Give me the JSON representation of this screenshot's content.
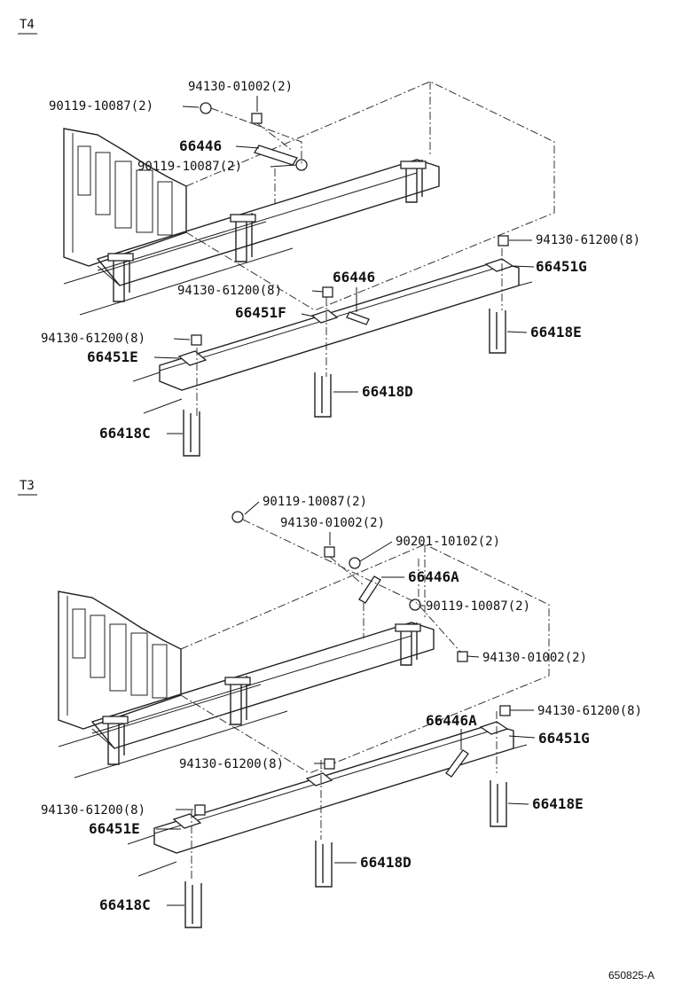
{
  "sections": [
    {
      "id": "T4",
      "label": "T4",
      "parts": {
        "bolt_a": "90119-10087(2)",
        "nut_a": "94130-01002(2)",
        "brace": "66446",
        "bolt_b": "90119-10087(2)",
        "nut_g": "94130-61200(8)",
        "clamp_g": "66451G",
        "ubolt_e": "66418E",
        "nut_f": "94130-61200(8)",
        "brace_lower": "66446",
        "clamp_f": "66451F",
        "nut_e": "94130-61200(8)",
        "clamp_e": "66451E",
        "ubolt_d": "66418D",
        "ubolt_c": "66418C"
      }
    },
    {
      "id": "T3",
      "label": "T3",
      "parts": {
        "bolt_a": "90119-10087(2)",
        "nut_a": "94130-01002(2)",
        "washer": "90201-10102(2)",
        "brace_a": "66446A",
        "bolt_b": "90119-10087(2)",
        "nut_b": "94130-01002(2)",
        "nut_g": "94130-61200(8)",
        "brace_lower": "66446A",
        "clamp_g": "66451G",
        "nut_f": "94130-61200(8)",
        "ubolt_e": "66418E",
        "nut_e": "94130-61200(8)",
        "clamp_e": "66451E",
        "ubolt_d": "66418D",
        "ubolt_c": "66418C"
      }
    }
  ],
  "footer_code": "650825-A"
}
